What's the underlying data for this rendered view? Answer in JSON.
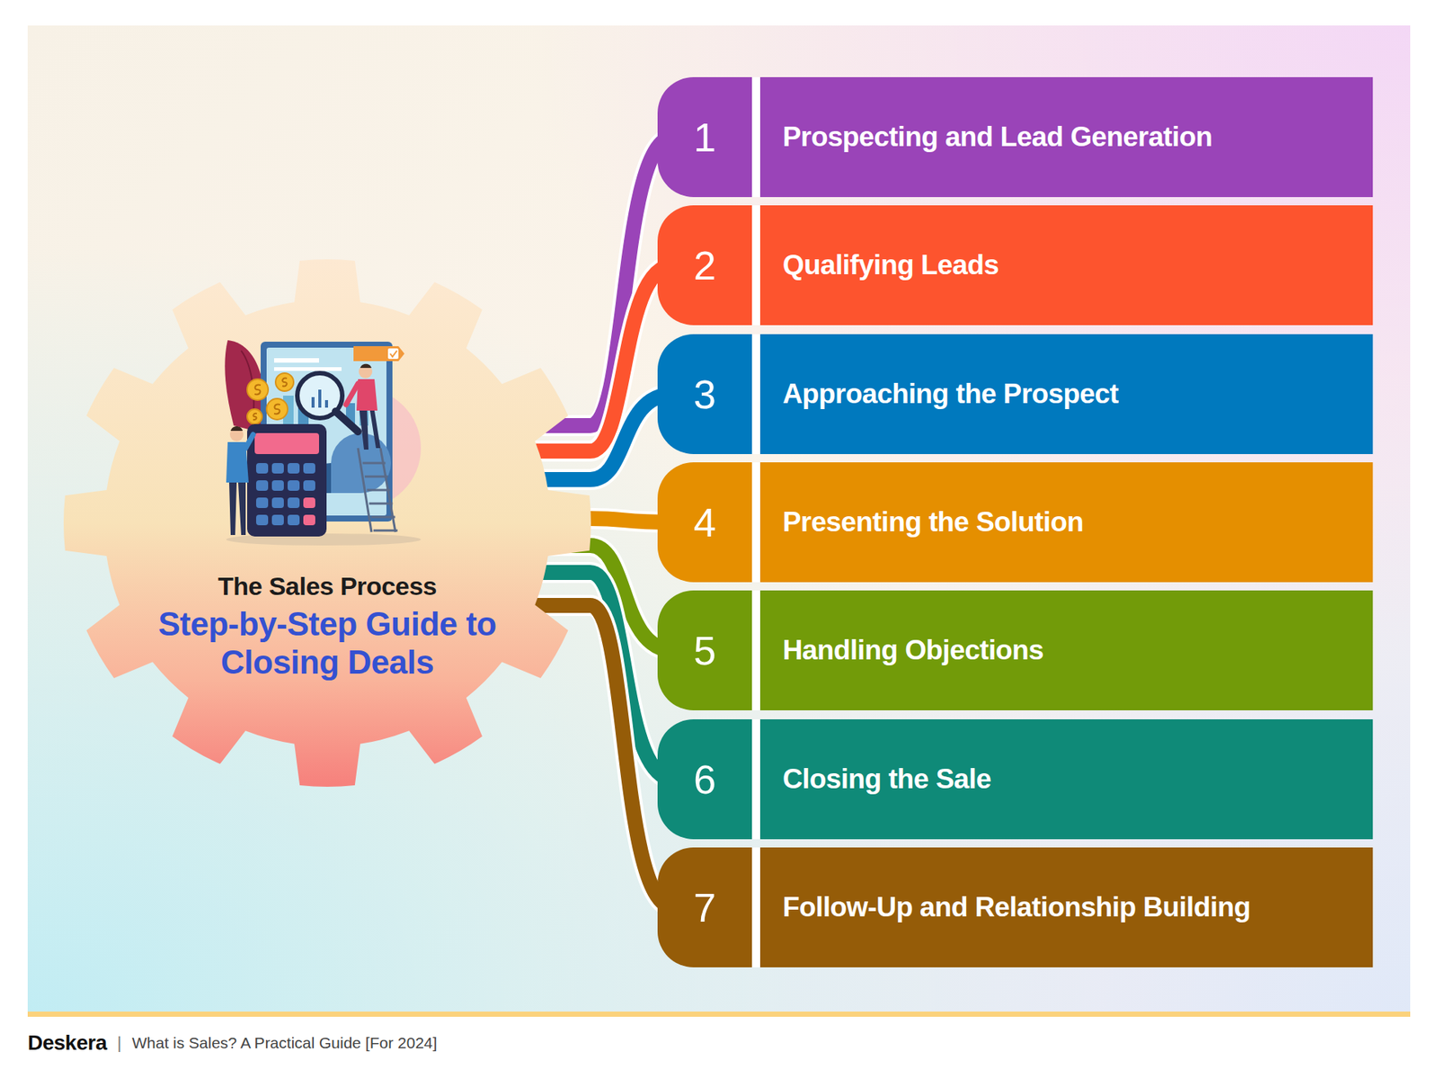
{
  "diagram": {
    "nodes": [
      {
        "text": [
          "The Sales Process",
          "Step-by-Step Guide to Closing Deals"
        ]
      },
      {
        "text": [
          "1",
          "Prospecting and Lead Generation"
        ]
      },
      {
        "text": [
          "2",
          "Qualifying Leads"
        ]
      },
      {
        "text": [
          "3",
          "Approaching the Prospect"
        ]
      },
      {
        "text": [
          "4",
          "Presenting the Solution"
        ]
      },
      {
        "text": [
          "5",
          "Handling Objections"
        ]
      },
      {
        "text": [
          "6",
          "Closing the Sale"
        ]
      },
      {
        "text": [
          "7",
          "Follow-Up and Relationship Building"
        ]
      }
    ],
    "edges": [
      {
        "from": 0,
        "to": 1,
        "arrow": "none"
      },
      {
        "from": 0,
        "to": 2,
        "arrow": "none"
      },
      {
        "from": 0,
        "to": 3,
        "arrow": "none"
      },
      {
        "from": 0,
        "to": 4,
        "arrow": "none"
      },
      {
        "from": 0,
        "to": 5,
        "arrow": "none"
      },
      {
        "from": 0,
        "to": 6,
        "arrow": "none"
      },
      {
        "from": 0,
        "to": 7,
        "arrow": "none"
      }
    ],
    "labels": [
      "Deskera",
      "|",
      "What is Sales? A Practical Guide [For 2024]"
    ]
  }
}
